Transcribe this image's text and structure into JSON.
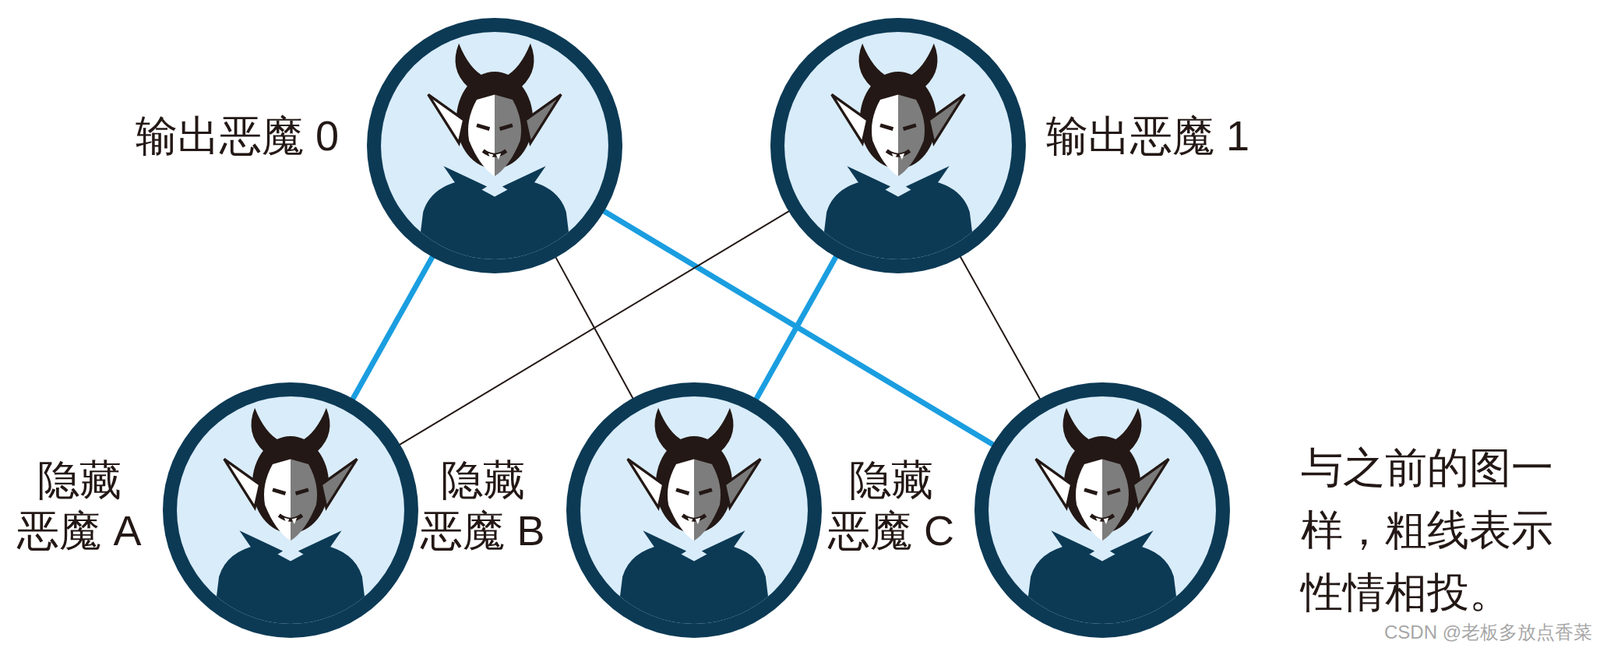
{
  "diagram": {
    "nodes": [
      {
        "text": [
          "输出恶魔 0"
        ]
      },
      {
        "text": [
          "输出恶魔 1"
        ]
      },
      {
        "text": [
          "隐藏 恶魔 A"
        ]
      },
      {
        "text": [
          "隐藏 恶魔 B"
        ]
      },
      {
        "text": [
          "隐藏 恶魔 C"
        ]
      }
    ],
    "edges": [
      {
        "from": 0,
        "to": 2,
        "arrow": "none"
      },
      {
        "from": 0,
        "to": 3,
        "arrow": "none"
      },
      {
        "from": 0,
        "to": 4,
        "arrow": "none"
      },
      {
        "from": 1,
        "to": 2,
        "arrow": "none"
      },
      {
        "from": 1,
        "to": 3,
        "arrow": "none"
      },
      {
        "from": 1,
        "to": 4,
        "arrow": "none"
      }
    ],
    "labels": [
      "与之前的图一 样，粗线表示 性情相投。",
      "CSDN @老板多放点香菜"
    ]
  }
}
